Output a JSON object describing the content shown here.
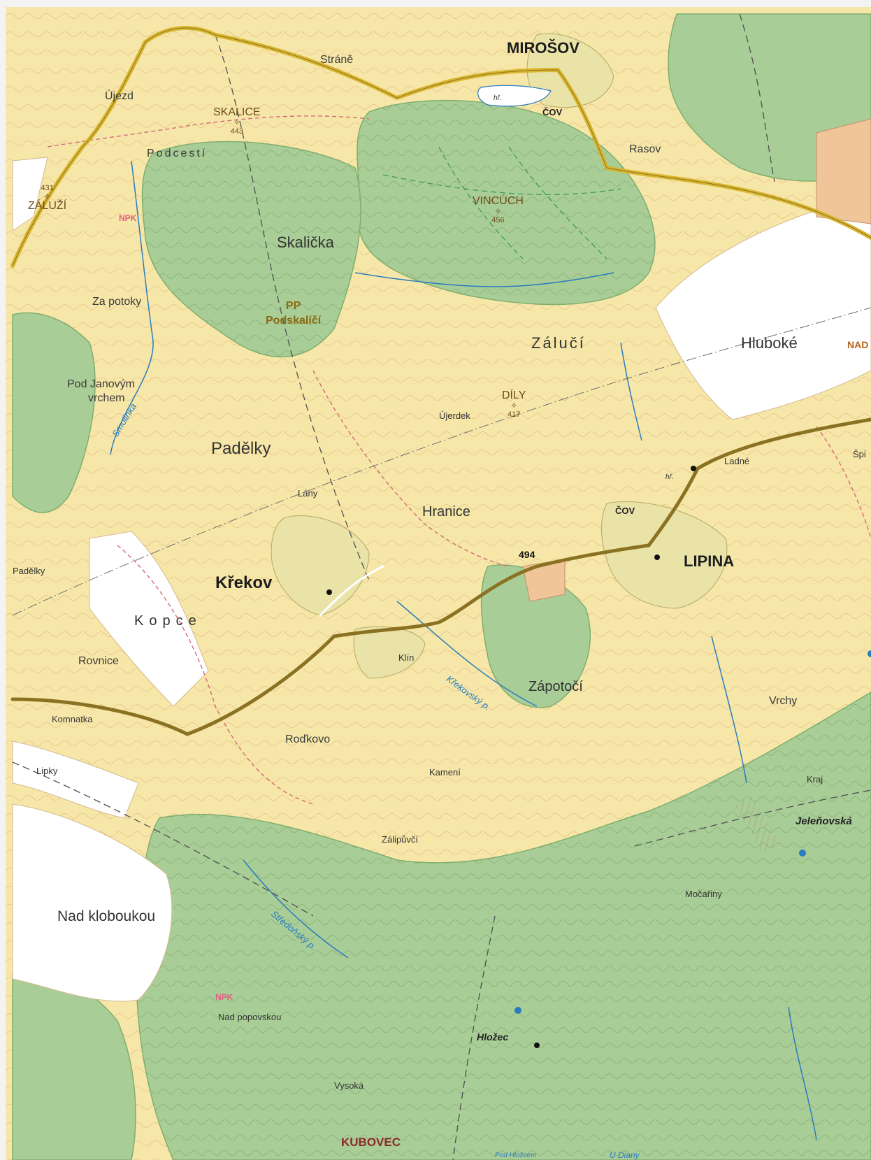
{
  "map": {
    "colors": {
      "field": "#f6e7a8",
      "forest": "#a9cd97",
      "forest_edge": "#7fae6e",
      "meadow": "#ffffff",
      "settlement": "#e9e3a8",
      "road_main": "#8b7223",
      "road_secondary": "#d9b62f",
      "contour": "#d8a070",
      "boundary_red": "#d36a7a",
      "water": "#2a7bbf"
    },
    "towns": {
      "mirosov": "MIROŠOV",
      "lipina": "LIPINA",
      "krekov": "Křekov",
      "kubovec": "KUBOVEC"
    },
    "peaks": {
      "skalice": {
        "name": "SKALICE",
        "mark": "✧",
        "elev": "443"
      },
      "zaluzi": {
        "name": "ZÁLUŽÍ",
        "mark": "✧",
        "elev": "431"
      },
      "vincuch": {
        "name": "VINCÚCH",
        "mark": "✧",
        "elev": "456"
      },
      "dily": {
        "name": "DÍLY",
        "mark": "✧",
        "elev": "417"
      }
    },
    "places": {
      "ujezd": "Újezd",
      "strane": "Stráně",
      "podcesti": "Podcestí",
      "rasov": "Rasov",
      "skalicka": "Skalička",
      "za_potoky": "Za potoky",
      "zaluci": "Zálučí",
      "hluboke": "Hluboké",
      "nad": "NAD",
      "pod_janovym_1": "Pod Janovým",
      "pod_janovym_2": "vrchem",
      "padelky": "Padělky",
      "padelky_small": "Padělky",
      "ujerdek": "Újerdek",
      "ladne": "Ladné",
      "spi": "Špi",
      "lany": "Lány",
      "hranice": "Hranice",
      "kopce": "Kopce",
      "rovnice": "Rovnice",
      "klin": "Klín",
      "zapoci": "Zápotočí",
      "vrchy": "Vrchy",
      "komnatka": "Komnatka",
      "rodkovo": "Roďkovo",
      "lipky": "Lipky",
      "kameni": "Kamení",
      "kraj": "Kraj",
      "jelenovska": "Jeleňovská",
      "zalipuvci": "Zálipůvčí",
      "mocariny": "Močařiny",
      "nad_kloboukou": "Nad kloboukou",
      "nad_popovskou": "Nad popovskou",
      "hlozec": "Hložec",
      "vysoka": "Vysoká",
      "pod_hlozcem": "Pod Hložcem",
      "u_diany": "U Diany"
    },
    "nature_reserve": {
      "line1": "PP",
      "line2": "Podskalíčí"
    },
    "streams": {
      "smolinka": "Smolinka",
      "krekovsky": "Křekovský p.",
      "stredonsky": "Středoňský p."
    },
    "road_number": "494",
    "cov_1": "ČOV",
    "cov_2": "ČOV",
    "hr_1": "hř.",
    "hr_2": "hř.",
    "red_labels": {
      "a": "NPK",
      "b": "NPK"
    }
  }
}
